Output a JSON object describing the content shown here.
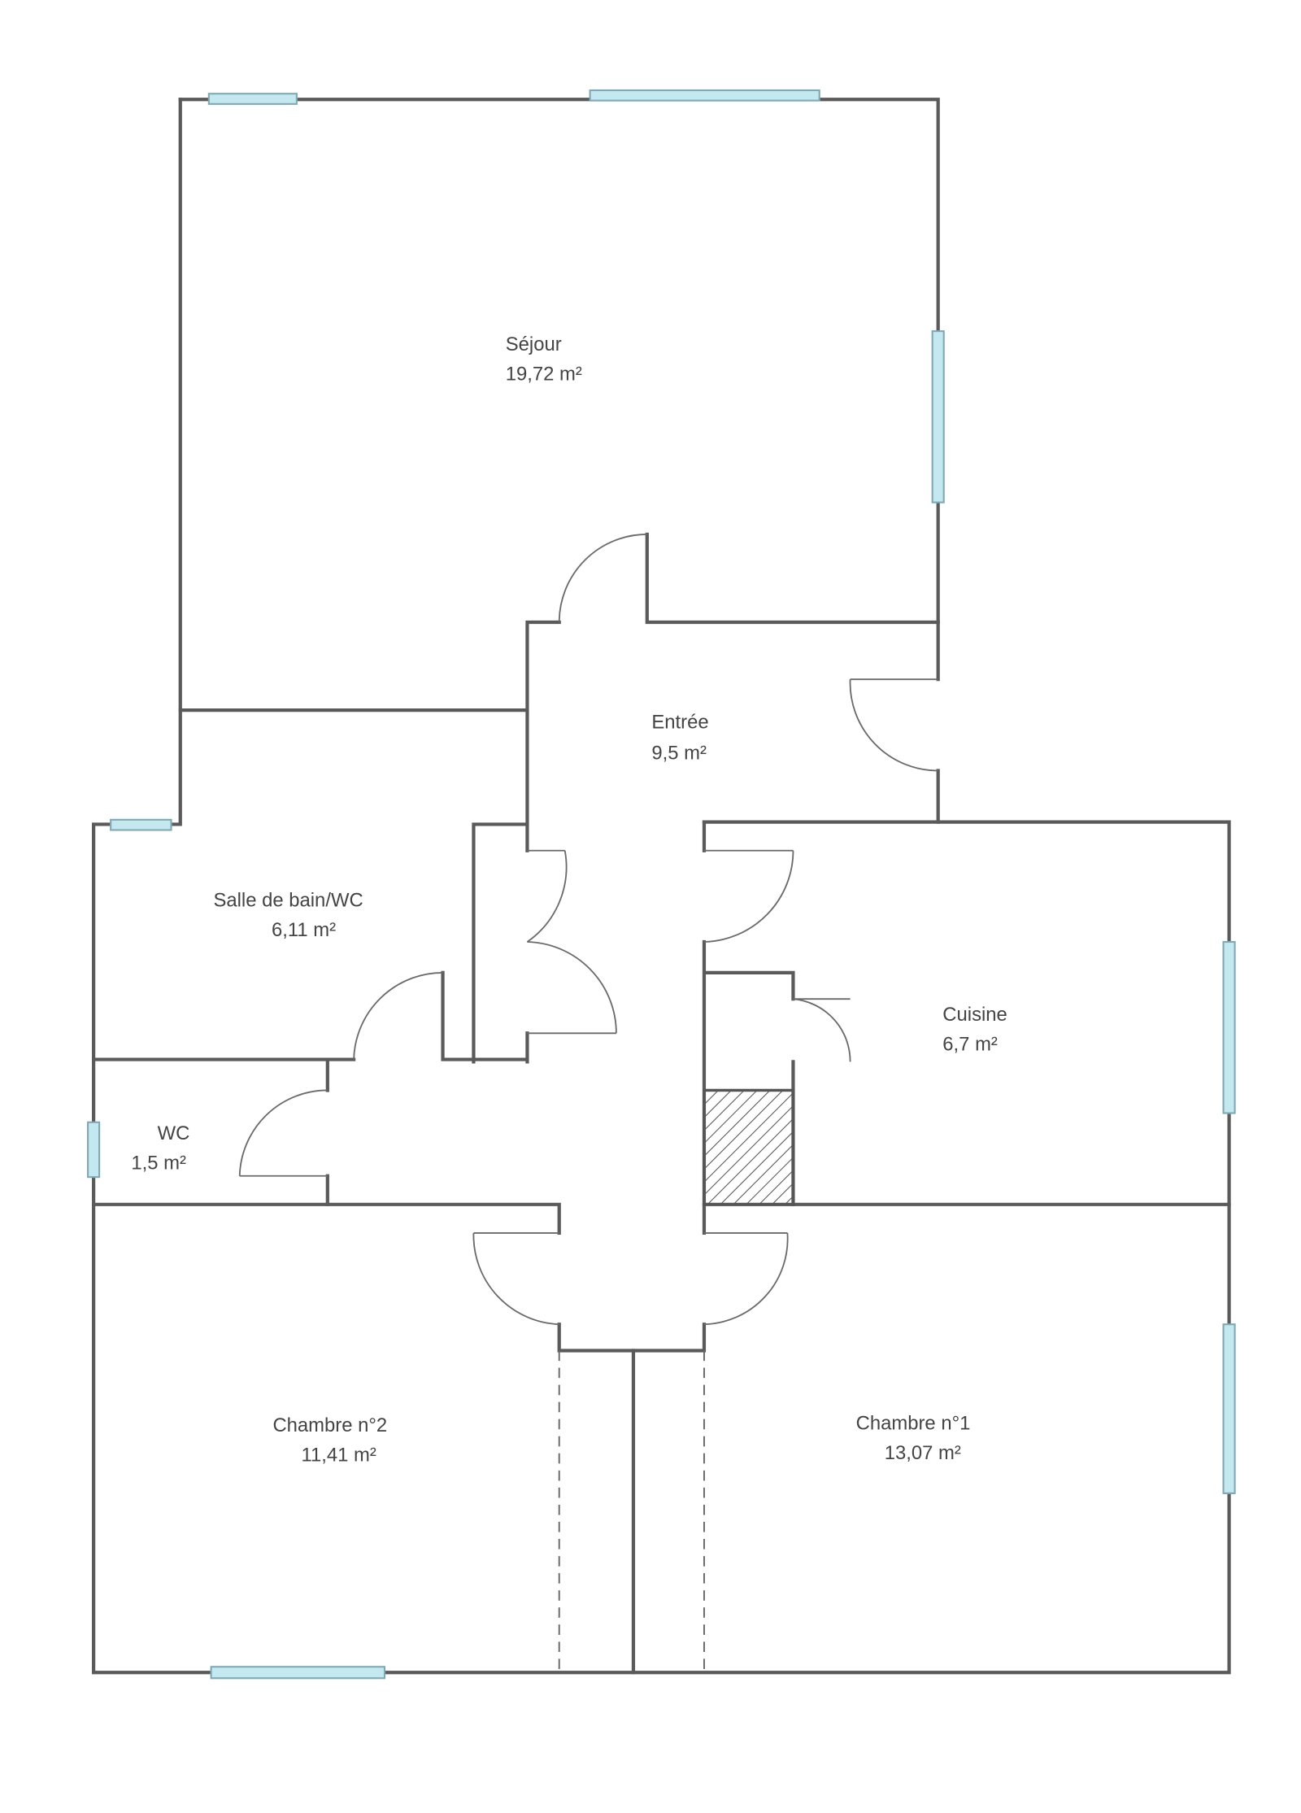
{
  "plan": {
    "rooms": [
      {
        "name": "Séjour",
        "area": "19,72  m²"
      },
      {
        "name": "Entrée",
        "area": "9,5  m²"
      },
      {
        "name": "Salle de bain/WC",
        "area": "6,11  m²"
      },
      {
        "name": "Cuisine",
        "area": "6,7  m²"
      },
      {
        "name": "WC",
        "area": "1,5  m²"
      },
      {
        "name": "Chambre n°2",
        "area": "11,41  m²"
      },
      {
        "name": "Chambre n°1",
        "area": "13,07  m²"
      }
    ],
    "colors": {
      "wall": "#5a5a5a",
      "window": "#c4e8f0"
    }
  }
}
